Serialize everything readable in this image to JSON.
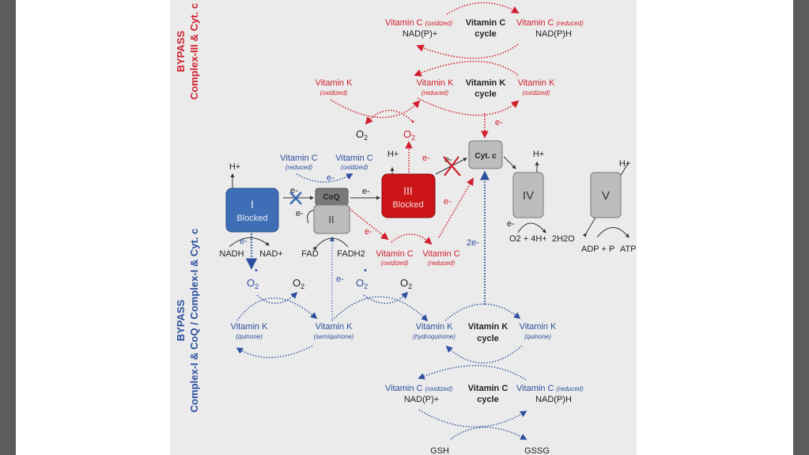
{
  "colors": {
    "red": "#d0202e",
    "blue": "#2c4f9e",
    "complex_i": "#3e6eb5",
    "complex_iii": "#cc1416",
    "gray_box": "#bdbdbd",
    "coq": "#7a7a7a",
    "panel": "#ebebeb"
  },
  "side_labels": {
    "top_bypass": "BYPASS",
    "top_sub": "Complex-III & Cyt. c",
    "bottom_bypass": "BYPASS",
    "bottom_sub": "Complex-I & CoQ / Complex-I & Cyt. c"
  },
  "top_vitc": {
    "left": "Vitamin C",
    "left_state": "(oxidized)",
    "left_cof": "NAD(P)+",
    "cycle1": "Vitamin C",
    "cycle2": "cycle",
    "right": "Vitamin C",
    "right_state": "(reduced)",
    "right_cof": "NAD(P)H"
  },
  "top_vitk": {
    "far": "Vitamin K",
    "far_state": "(oxidized)",
    "left": "Vitamin K",
    "left_state": "(reduced)",
    "cycle1": "Vitamin K",
    "cycle2": "cycle",
    "right": "Vitamin K",
    "right_state": "(oxidized)",
    "e": "e-"
  },
  "top_o2": {
    "o2": "O",
    "o2_sub": "2",
    "sup": "O",
    "sup_sub": "2",
    "dot": "•"
  },
  "chain": {
    "complex_i": {
      "label": "I",
      "status": "Blocked",
      "hplus": "H+",
      "e": "e-",
      "nadh": "NADH",
      "nad": "NAD+"
    },
    "coq": "CoQ",
    "complex_ii": {
      "label": "II",
      "e": "e-",
      "fad": "FAD",
      "fadh2": "FADH2"
    },
    "complex_iii": {
      "label": "III",
      "status": "Blocked",
      "hplus": "H+",
      "e_up": "e-",
      "e_side": "e-"
    },
    "cyt_c": {
      "label": "Cyt. c"
    },
    "complex_iv": {
      "label": "IV",
      "hplus": "H+",
      "e": "e-",
      "reactants": "O2 + 4H+",
      "product": "2H2O"
    },
    "complex_v": {
      "label": "V",
      "hplus": "H+",
      "reactants": "ADP + P",
      "product": "ATP"
    },
    "e_i_coq": "e-",
    "e_coq_iii": "e-",
    "e_iii_cyt": "e-",
    "e_red_down": "e-",
    "e_2": "2e-",
    "e_blue": "e-"
  },
  "blue_vitc": {
    "left": "Vitamin C",
    "left_state": "(reduced)",
    "right": "Vitamin C",
    "right_state": "(oxidized)",
    "e": "e-"
  },
  "red_vitc_mid": {
    "left": "Vitamin C",
    "left_state": "(oxidized)",
    "right": "Vitamin C",
    "right_state": "(reduced)"
  },
  "bottom_o2": {
    "s1": "O",
    "s1_sub": "2",
    "o1": "O",
    "o1_sub": "2",
    "s2": "O",
    "s2_sub": "2",
    "o2": "O",
    "o2_sub": "2",
    "dot": "•"
  },
  "bottom_vitk": {
    "a": "Vitamin K",
    "a_state": "(quinone)",
    "b": "Vitamin K",
    "b_state": "(semiquinone)",
    "c": "Vitamin K",
    "c_state": "(hydroquinone)",
    "cycle1": "Vitamin K",
    "cycle2": "cycle",
    "d": "Vitamin K",
    "d_state": "(quinone)"
  },
  "bottom_vitc": {
    "left": "Vitamin C",
    "left_state": "(oxidized)",
    "left_cof": "NAD(P)+",
    "cycle1": "Vitamin C",
    "cycle2": "cycle",
    "right": "Vitamin C",
    "right_state": "(reduced)",
    "right_cof": "NAD(P)H",
    "gsh": "GSH",
    "gssg": "GSSG"
  }
}
